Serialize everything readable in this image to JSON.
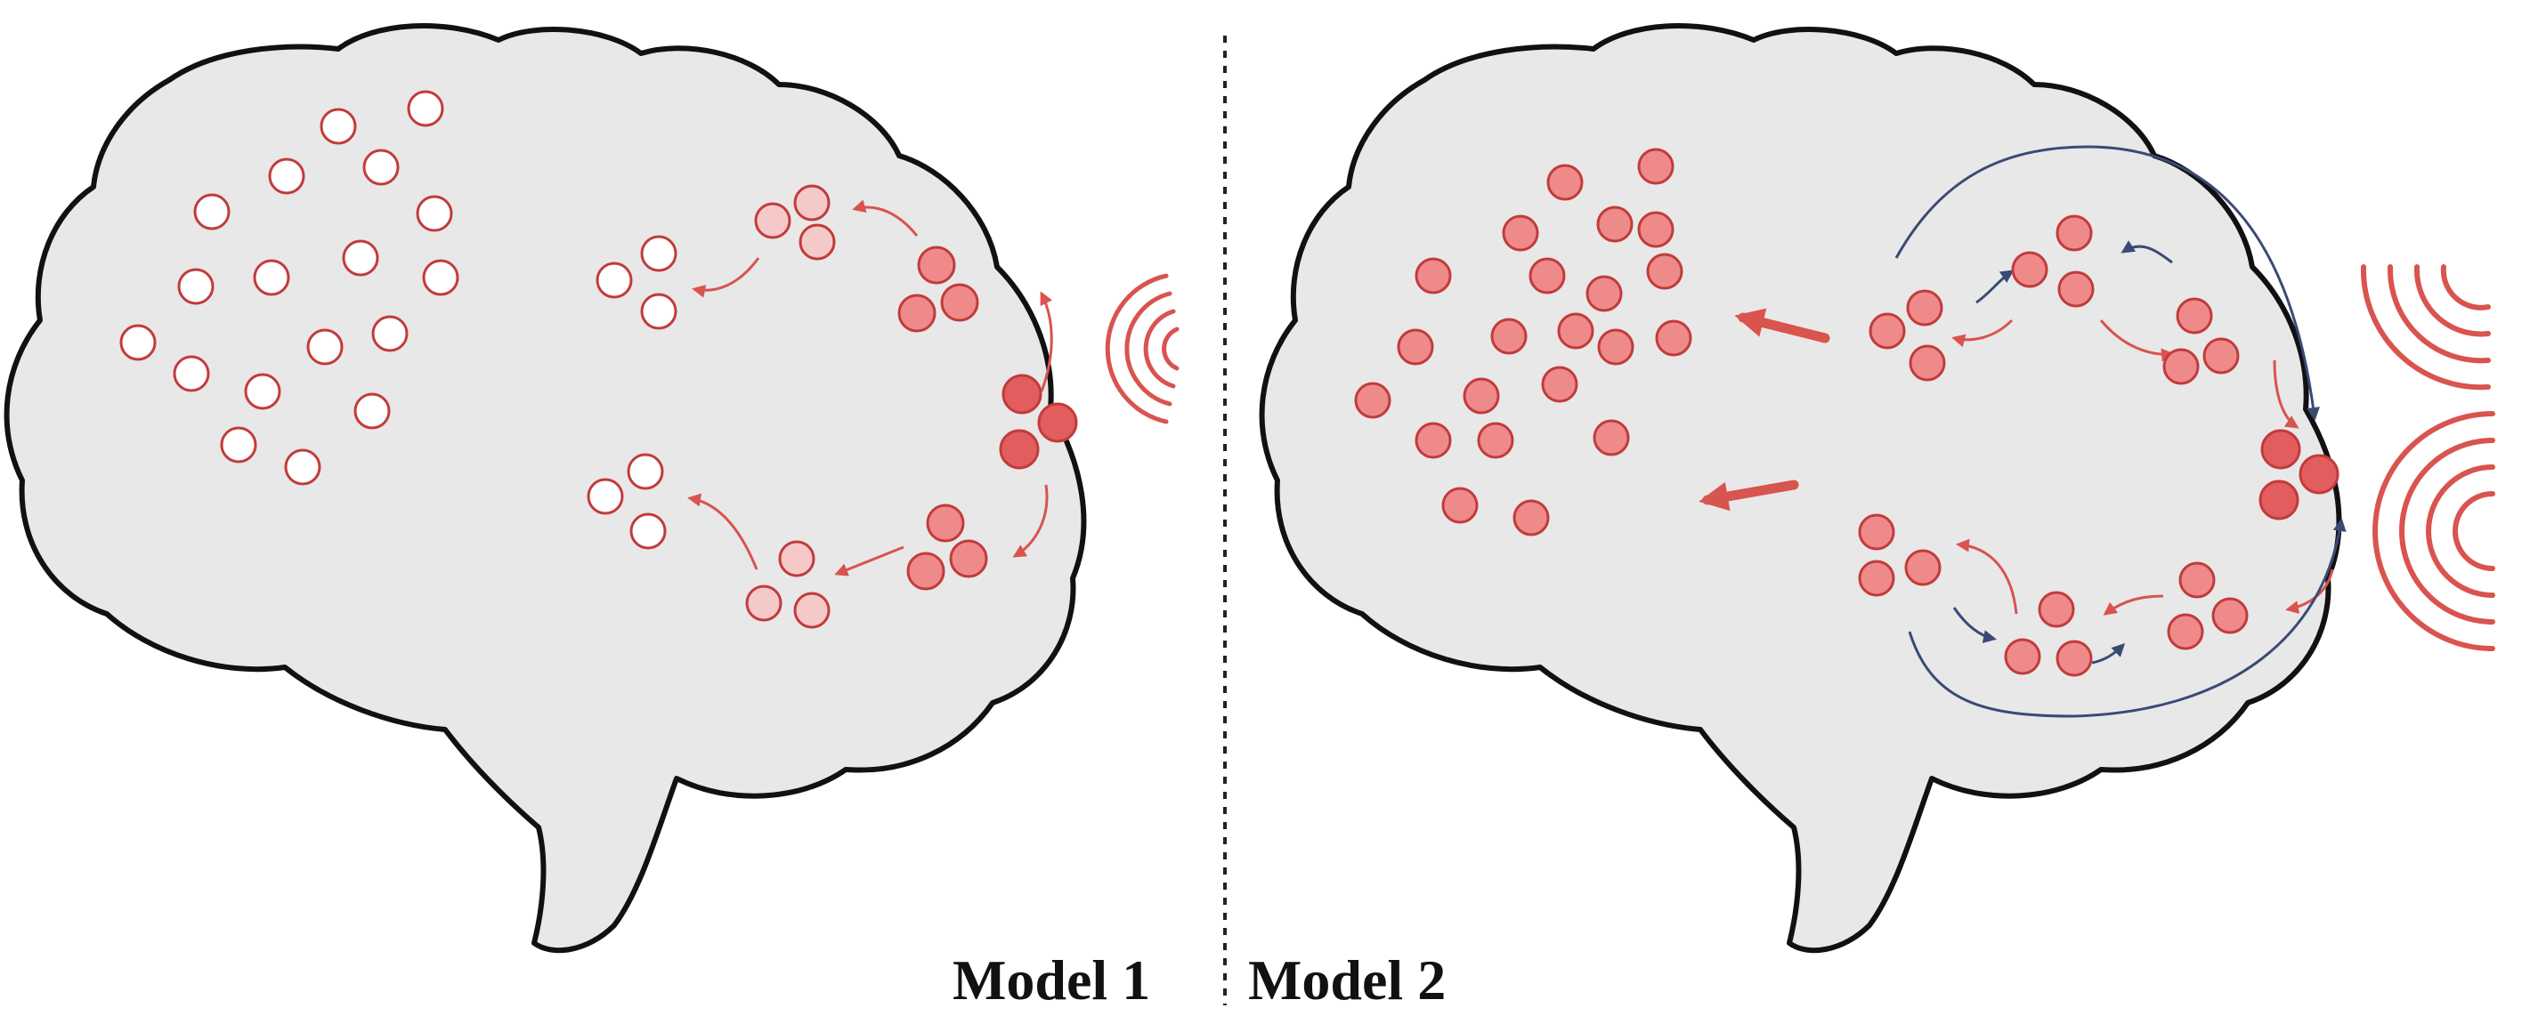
{
  "labels": {
    "model_1": "Model 1",
    "model_2": "Model 2"
  },
  "colors": {
    "background": "#ffffff",
    "brain_fill": "#e8e8e8",
    "outline": "#111111",
    "node_inactive_fill": "#ffffff",
    "node_faint_fill": "#f6c9c9",
    "node_medium_fill": "#ee8a8a",
    "node_active_fill": "#e25e5e",
    "node_stroke": "#c23b3b",
    "local_arrow": "#d9534f",
    "feedback_arrow": "#3a4a75",
    "sound_wave": "#d9534f"
  },
  "icons": [
    "brain-outline",
    "sound-wave-icon",
    "arrow-icon",
    "neuron-node"
  ]
}
